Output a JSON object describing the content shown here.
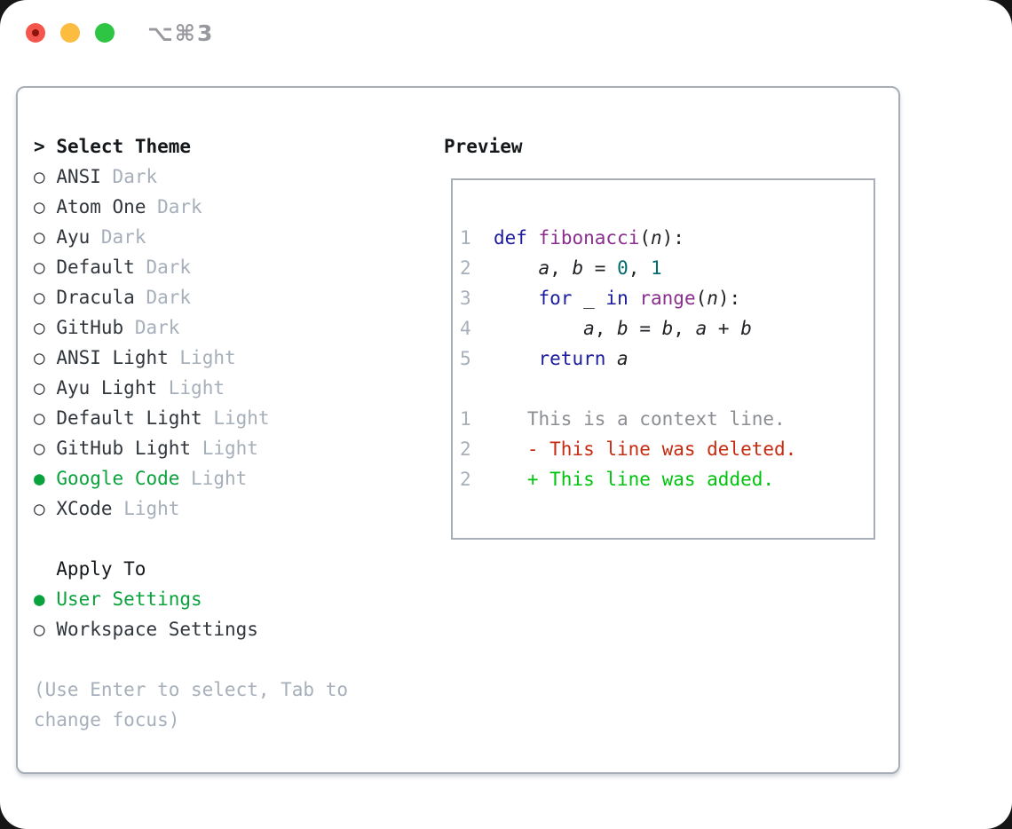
{
  "window": {
    "title": "⌥⌘3"
  },
  "colors": {
    "trafficRed": "#f4564d",
    "trafficRedDot": "#8c140c",
    "trafficYellow": "#fcbc40",
    "trafficGreen": "#2fc544",
    "titleGray": "#98999e",
    "border": "#a7aeb8",
    "ink": "#15181b",
    "name": "#30363c",
    "dim": "#a6afba",
    "selected": "#0aa23c",
    "kw": "#1b1b9e",
    "fn": "#8b2e8e",
    "lit": "#006b6e",
    "pln": "#202225",
    "ctx": "#8b8e92",
    "del": "#c62b10",
    "add": "#00c30d"
  },
  "theme_picker": {
    "header_prefix": ">",
    "header_label": "Select Theme",
    "themes": [
      {
        "name": "ANSI",
        "variant": "Dark",
        "selected": false
      },
      {
        "name": "Atom One",
        "variant": "Dark",
        "selected": false
      },
      {
        "name": "Ayu",
        "variant": "Dark",
        "selected": false
      },
      {
        "name": "Default",
        "variant": "Dark",
        "selected": false
      },
      {
        "name": "Dracula",
        "variant": "Dark",
        "selected": false
      },
      {
        "name": "GitHub",
        "variant": "Dark",
        "selected": false
      },
      {
        "name": "ANSI Light",
        "variant": "Light",
        "selected": false
      },
      {
        "name": "Ayu Light",
        "variant": "Light",
        "selected": false
      },
      {
        "name": "Default Light",
        "variant": "Light",
        "selected": false
      },
      {
        "name": "GitHub Light",
        "variant": "Light",
        "selected": false
      },
      {
        "name": "Google Code",
        "variant": "Light",
        "selected": true
      },
      {
        "name": "XCode",
        "variant": "Light",
        "selected": false
      }
    ],
    "apply_to_label": "Apply To",
    "apply_options": [
      {
        "name": "User Settings",
        "selected": true
      },
      {
        "name": "Workspace Settings",
        "selected": false
      }
    ],
    "hint_lines": [
      "(Use Enter to select, Tab to",
      "change focus)"
    ]
  },
  "preview": {
    "title": "Preview",
    "code_lines": [
      {
        "tokens": [
          [
            "num",
            "1"
          ],
          [
            "pln",
            "  "
          ],
          [
            "kw",
            "def"
          ],
          [
            "pln",
            " "
          ],
          [
            "fn",
            "fibonacci"
          ],
          [
            "pln",
            "("
          ],
          [
            "var",
            "n"
          ],
          [
            "pln",
            "):"
          ]
        ]
      },
      {
        "tokens": [
          [
            "num",
            "2"
          ],
          [
            "pln",
            "      "
          ],
          [
            "var",
            "a"
          ],
          [
            "pln",
            ", "
          ],
          [
            "var",
            "b"
          ],
          [
            "pln",
            " = "
          ],
          [
            "lit",
            "0"
          ],
          [
            "pln",
            ", "
          ],
          [
            "lit",
            "1"
          ]
        ]
      },
      {
        "tokens": [
          [
            "num",
            "3"
          ],
          [
            "pln",
            "      "
          ],
          [
            "kw",
            "for"
          ],
          [
            "pln",
            " "
          ],
          [
            "var",
            "_"
          ],
          [
            "pln",
            " "
          ],
          [
            "kw",
            "in"
          ],
          [
            "pln",
            " "
          ],
          [
            "fn",
            "range"
          ],
          [
            "pln",
            "("
          ],
          [
            "var",
            "n"
          ],
          [
            "pln",
            "):"
          ]
        ]
      },
      {
        "tokens": [
          [
            "num",
            "4"
          ],
          [
            "pln",
            "          "
          ],
          [
            "var",
            "a"
          ],
          [
            "pln",
            ", "
          ],
          [
            "var",
            "b"
          ],
          [
            "pln",
            " = "
          ],
          [
            "var",
            "b"
          ],
          [
            "pln",
            ", "
          ],
          [
            "var",
            "a"
          ],
          [
            "pln",
            " + "
          ],
          [
            "var",
            "b"
          ]
        ]
      },
      {
        "tokens": [
          [
            "num",
            "5"
          ],
          [
            "pln",
            "      "
          ],
          [
            "kw",
            "return"
          ],
          [
            "pln",
            " "
          ],
          [
            "var",
            "a"
          ]
        ]
      },
      {
        "tokens": []
      },
      {
        "tokens": [
          [
            "num",
            "1"
          ],
          [
            "pln",
            "     "
          ],
          [
            "ctx",
            "This is a context line."
          ]
        ]
      },
      {
        "tokens": [
          [
            "num",
            "2"
          ],
          [
            "pln",
            "     "
          ],
          [
            "del",
            "- This line was deleted."
          ]
        ]
      },
      {
        "tokens": [
          [
            "num",
            "2"
          ],
          [
            "pln",
            "     "
          ],
          [
            "add",
            "+ This line was added."
          ]
        ]
      }
    ]
  }
}
